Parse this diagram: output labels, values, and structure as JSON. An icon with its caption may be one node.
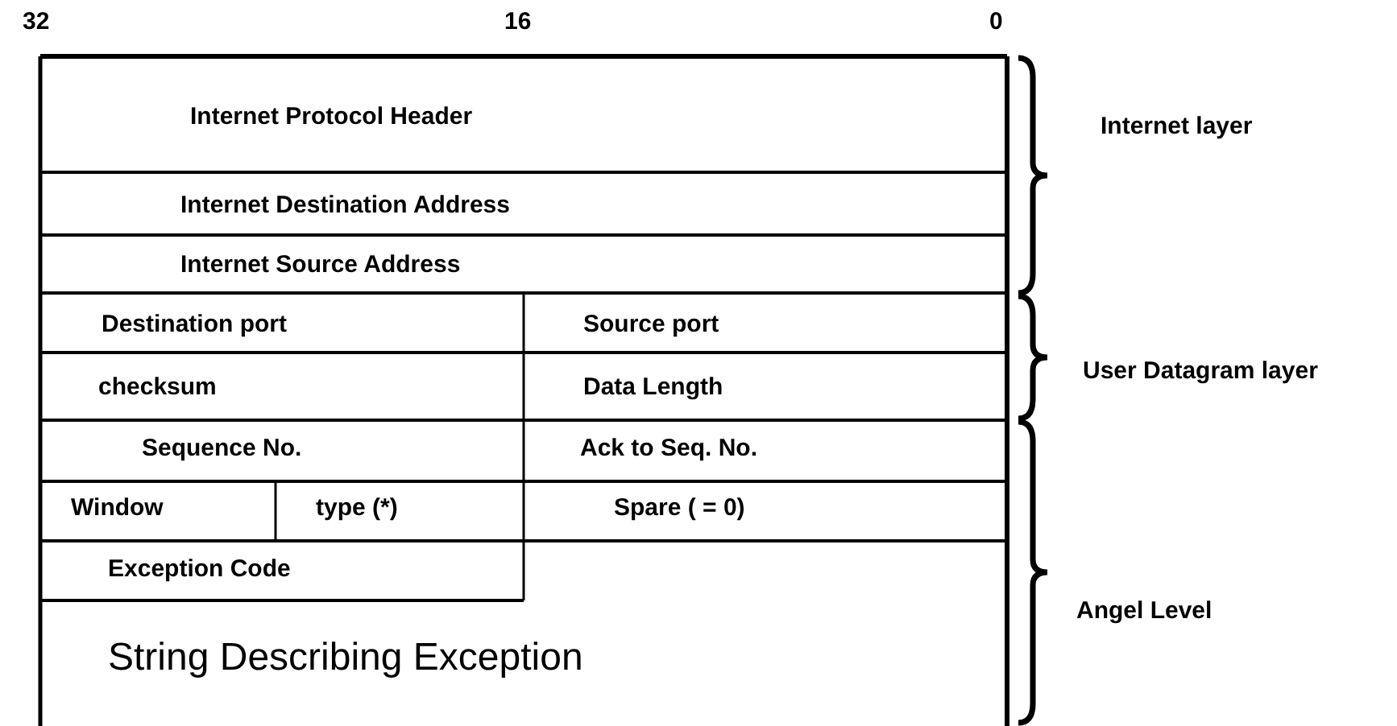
{
  "diagram": {
    "labels": [
      "32",
      "16",
      "0",
      "Internet Protocol Header",
      "Internet Destination Address",
      "Internet Source Address",
      "Destination port",
      "Source port",
      "checksum",
      "Data Length",
      "Sequence No.",
      "Ack to Seq. No.",
      "Window",
      "type (*)",
      "Spare ( = 0)",
      "Exception Code",
      "String Describing Exception",
      "Internet layer",
      "User Datagram layer",
      "Angel Level"
    ]
  }
}
